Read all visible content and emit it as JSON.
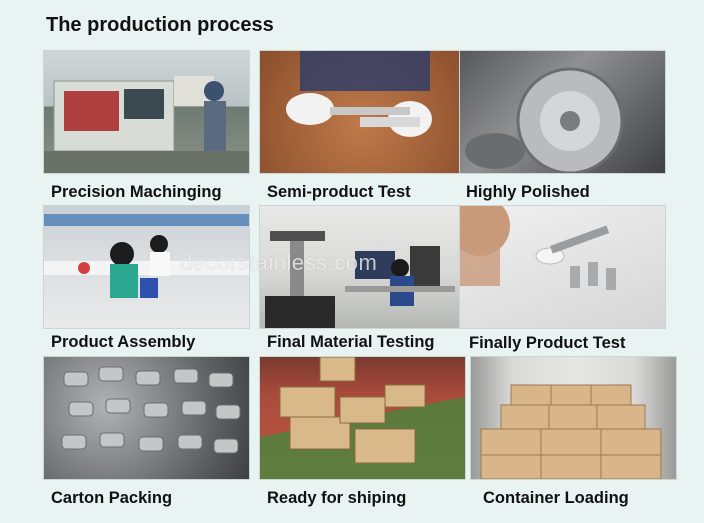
{
  "title": "The production process",
  "watermark": "decorstainless.com",
  "items": [
    {
      "caption": "Precision Machinging"
    },
    {
      "caption": "Semi-product Test"
    },
    {
      "caption": "Highly Polished"
    },
    {
      "caption": "Product Assembly"
    },
    {
      "caption": "Final Material Testing"
    },
    {
      "caption": "Finally Product Test"
    },
    {
      "caption": "Carton Packing"
    },
    {
      "caption": "Ready for shiping"
    },
    {
      "caption": "Container Loading"
    }
  ]
}
